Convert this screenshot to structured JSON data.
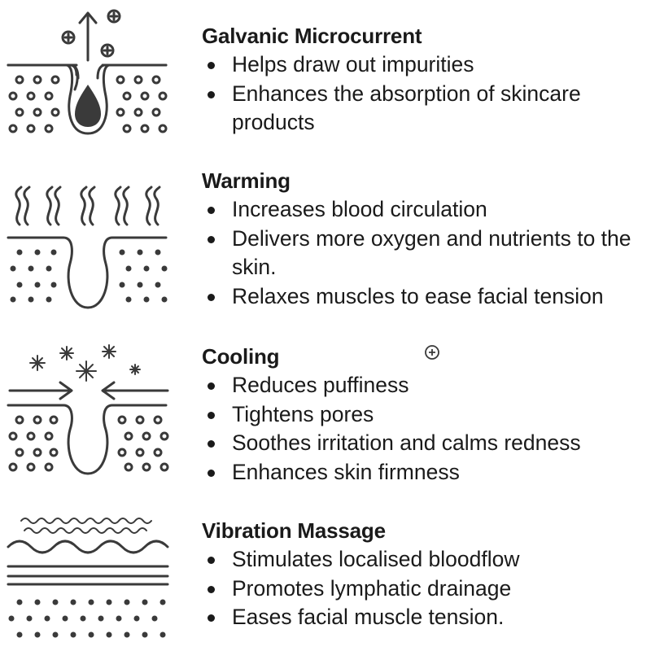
{
  "sections": [
    {
      "title": "Galvanic Microcurrent",
      "icon": "galvanic-microcurrent-icon",
      "bullets": [
        "Helps draw out impurities",
        "Enhances the absorption of skincare products"
      ]
    },
    {
      "title": "Warming",
      "icon": "warming-icon",
      "bullets": [
        "Increases blood circulation",
        "Delivers more oxygen and nutrients to the skin.",
        "Relaxes muscles to ease facial tension"
      ]
    },
    {
      "title": "Cooling",
      "icon": "cooling-icon",
      "bullets": [
        "Reduces puffiness",
        "Tightens pores",
        "Soothes irritation and calms redness",
        "Enhances skin firmness"
      ]
    },
    {
      "title": "Vibration Massage",
      "icon": "vibration-massage-icon",
      "bullets": [
        "Stimulates localised bloodflow",
        "Promotes lymphatic drainage",
        "Eases facial muscle tension."
      ]
    }
  ],
  "colors": {
    "icon": "#3a3a3a",
    "text": "#1a1a1a",
    "background": "#ffffff"
  }
}
